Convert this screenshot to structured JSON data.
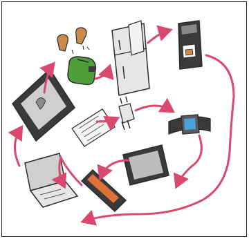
{
  "diagram": {
    "devices": [
      {
        "id": "toaster",
        "icon": "toaster-icon"
      },
      {
        "id": "fridge",
        "icon": "fridge-icon"
      },
      {
        "id": "coffee-machine",
        "icon": "coffee-machine-icon"
      },
      {
        "id": "tablet-large",
        "icon": "tablet-icon"
      },
      {
        "id": "circuit-board",
        "icon": "circuit-board-icon"
      },
      {
        "id": "smart-plug",
        "icon": "smart-plug-icon"
      },
      {
        "id": "smartwatch",
        "icon": "smartwatch-icon"
      },
      {
        "id": "laptop",
        "icon": "laptop-icon"
      },
      {
        "id": "smartphone",
        "icon": "smartphone-icon"
      },
      {
        "id": "tablet-small",
        "icon": "tablet-icon"
      }
    ],
    "colors": {
      "arrow": "#d9486e",
      "outline": "#2b2b2b",
      "device-gray": "#c9c9c9",
      "device-dark": "#3a3a3a",
      "toaster-green": "#4f9e3a",
      "bread": "#c98a4a",
      "watch-screen": "#4aa3d8",
      "phone-orange": "#e0703a"
    }
  }
}
